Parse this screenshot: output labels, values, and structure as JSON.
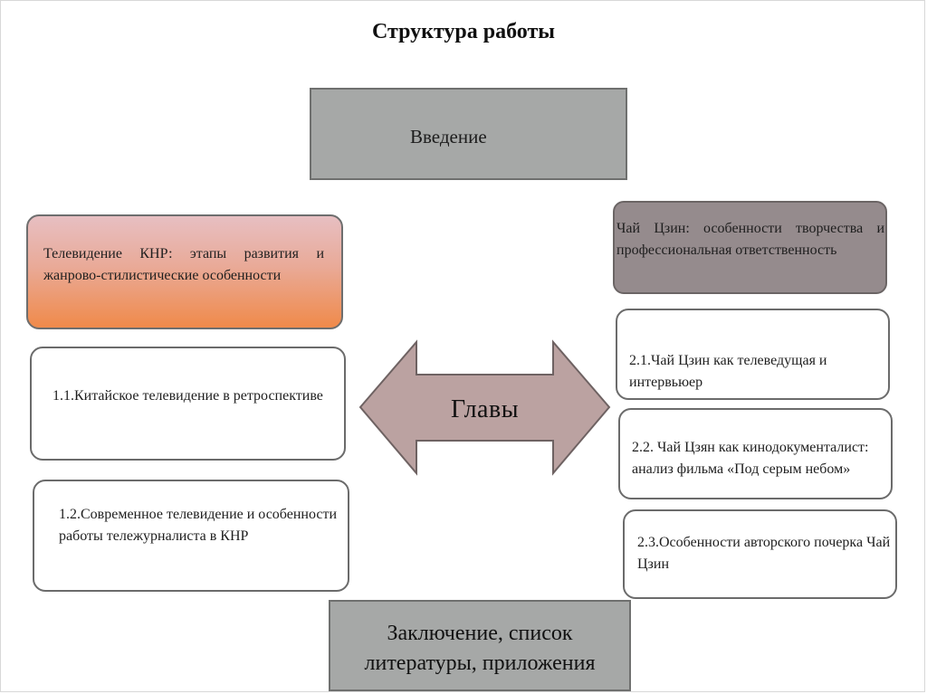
{
  "title": "Структура работы",
  "intro": {
    "label": "Введение"
  },
  "center": {
    "label": "Главы"
  },
  "chapter1": {
    "label": "Телевидение КНР: этапы развития и жанрово-стилистические особенности",
    "sections": [
      "1.1.Китайское телевидение в ретроспективе",
      "1.2.Современное телевидение и особенности работы тележурналиста в КНР"
    ]
  },
  "chapter2": {
    "label": "Чай Цзин: особенности творчества и профессиональная ответственность",
    "sections": [
      "2.1.Чай Цзин как телеведущая и интервьюер",
      "2.2. Чай Цзян как кинодокументалист: анализ фильма «Под серым небом»",
      "2.3.Особенности авторского почерка Чай Цзин"
    ]
  },
  "conclusion": {
    "label": "Заключение, список литературы, приложения"
  },
  "colors": {
    "gray_box": "#a6a8a7",
    "chapter1_gradient_top": "#e7bfc2",
    "chapter1_gradient_bottom": "#f08a4a",
    "chapter2_fill": "#958b8d",
    "arrow_fill": "#bba2a1"
  }
}
